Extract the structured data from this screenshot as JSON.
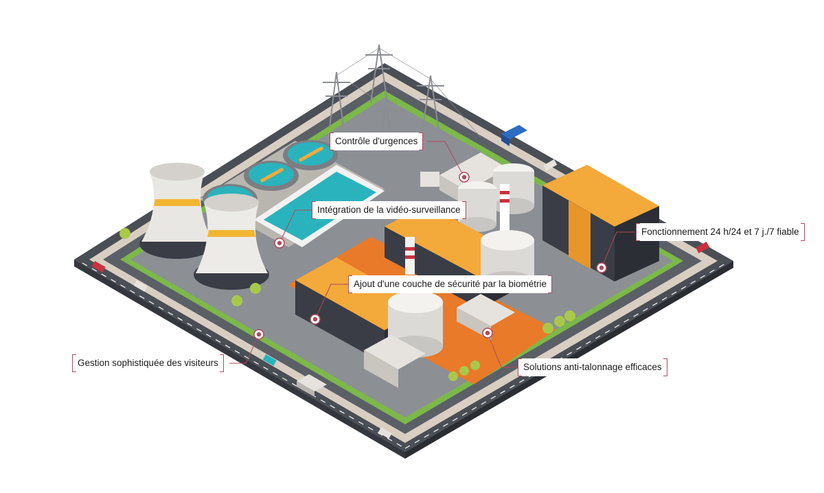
{
  "callouts": {
    "emergency": "Contrôle d'urgences",
    "video": "Intégration de la vidéo-surveillance",
    "uptime": "Fonctionnement 24 h/24 et 7 j./7 fiable",
    "biometrics": "Ajout d'une couche de sécurité par la biométrie",
    "visitors": "Gestion sophistiquée des visiteurs",
    "tailgating": "Solutions anti-talonnage efficaces"
  },
  "colors": {
    "accent": "#b0485a",
    "building_roof": "#f4a93b",
    "building_wall": "#3a3d45",
    "orange_ground": "#e87a2a",
    "water": "#2bb3bd",
    "grass": "#7cb84a",
    "road": "#55595f",
    "concrete": "#c9c4bd"
  },
  "icons": [
    "location-pin-icon",
    "cooling-tower-icon",
    "power-pylon-icon",
    "truck-icon",
    "car-icon",
    "tree-icon"
  ]
}
